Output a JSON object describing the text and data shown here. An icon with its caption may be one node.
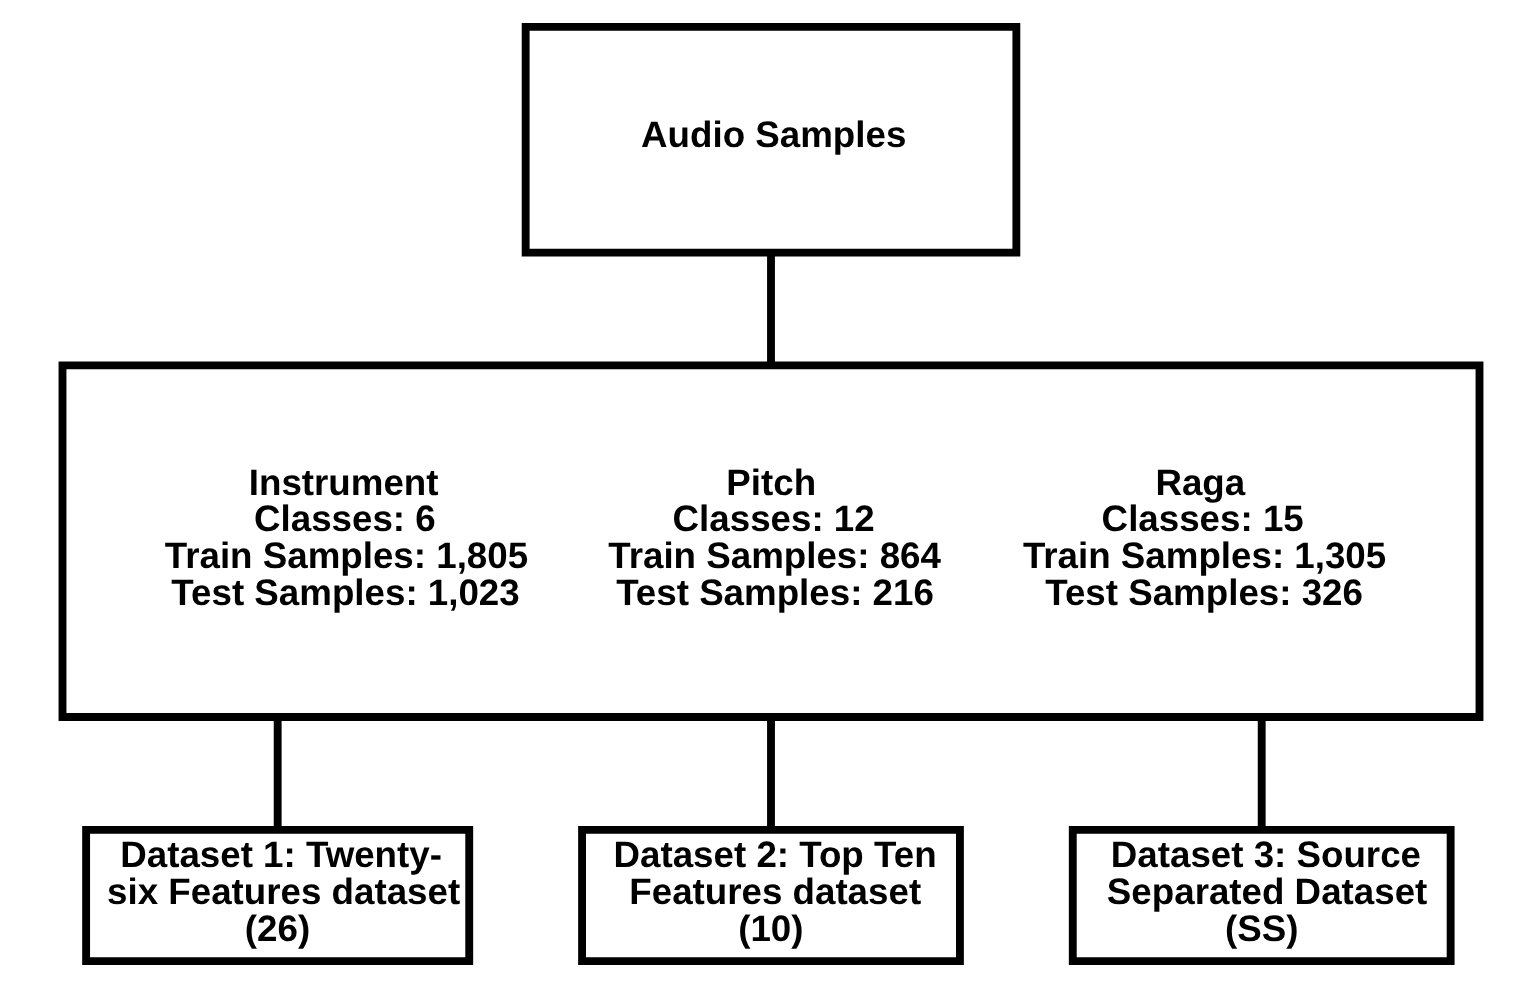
{
  "diagram": {
    "nodes": [
      {
        "text": [
          "Audio Samples"
        ]
      },
      {
        "text": [
          "Instrument",
          "Classes: 6",
          "Train Samples: 1,805",
          "Test Samples: 1,023",
          "Pitch",
          "Classes: 12",
          "Train Samples: 864",
          "Test Samples: 216",
          "Raga",
          "Classes: 15",
          "Train Samples: 1,305",
          "Test Samples: 326"
        ]
      },
      {
        "text": [
          "Dataset 1: Twenty-six Features dataset (26)"
        ]
      },
      {
        "text": [
          "Dataset 2: Top Ten Features dataset (10)"
        ]
      },
      {
        "text": [
          "Dataset 3: Source Separated Dataset (SS)"
        ]
      }
    ],
    "edges": [
      {
        "from": 0,
        "to": 1,
        "arrow": "none"
      },
      {
        "from": 1,
        "to": 2,
        "arrow": "none"
      },
      {
        "from": 1,
        "to": 3,
        "arrow": "none"
      },
      {
        "from": 1,
        "to": 4,
        "arrow": "none"
      }
    ]
  }
}
